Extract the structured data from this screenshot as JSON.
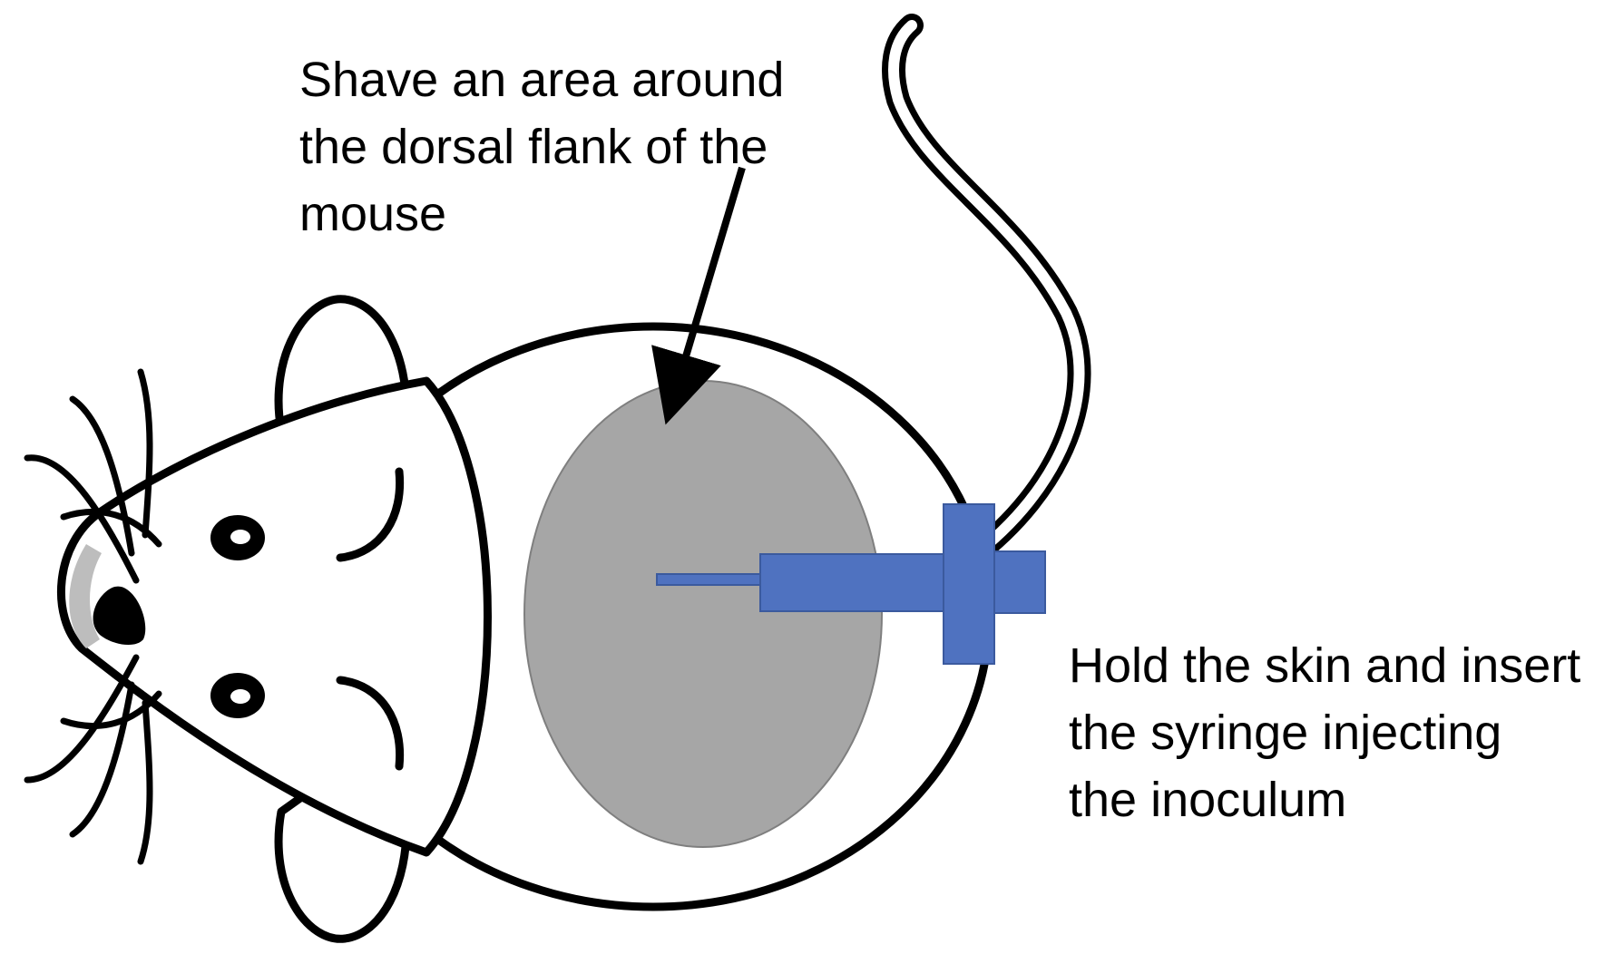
{
  "diagram": {
    "shave_instruction": {
      "lines": [
        "Shave an area around",
        "the dorsal flank of the",
        "mouse"
      ]
    },
    "injection_instruction": {
      "lines": [
        "Hold the skin and insert",
        "the syringe injecting",
        "the inoculum"
      ]
    },
    "colors": {
      "outline": "#000000",
      "shaved_area": "#a6a6a6",
      "syringe": "#4f72c0",
      "syringe_edge": "#3b5a9e",
      "background": "#ffffff"
    },
    "illustration": "mouse (top view) with shaved dorsal flank and syringe"
  }
}
